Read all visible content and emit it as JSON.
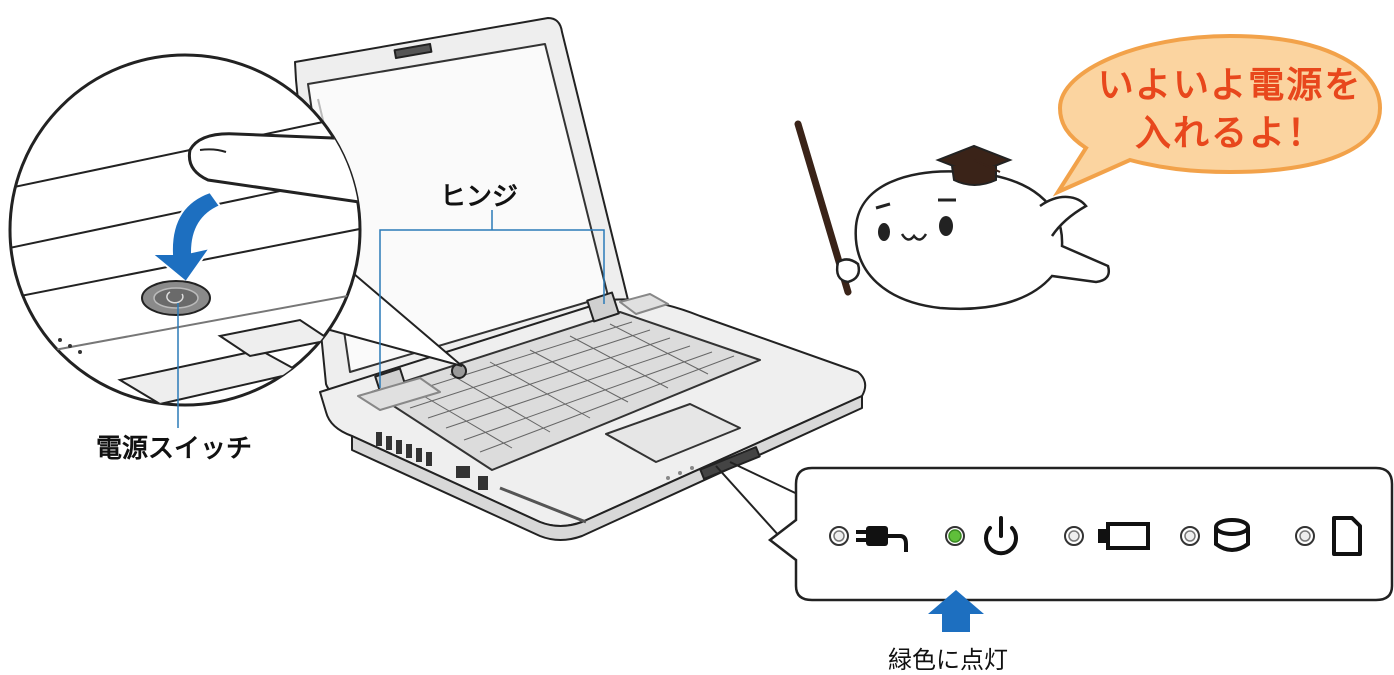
{
  "speech_bubble": {
    "line1": "いよいよ電源を",
    "line2": "入れるよ！",
    "fill_color": "#fbd4a0",
    "stroke_color": "#f2a24a",
    "text_color": "#e8471c"
  },
  "labels": {
    "hinge": "ヒンジ",
    "power_switch": "電源スイッチ",
    "lit_green": "緑色に点灯"
  },
  "indicators": [
    {
      "icon": "ac-adapter-icon",
      "led": "off"
    },
    {
      "icon": "power-icon",
      "led": "green"
    },
    {
      "icon": "battery-icon",
      "led": "off"
    },
    {
      "icon": "disk-access-icon",
      "led": "off"
    },
    {
      "icon": "memory-card-icon",
      "led": "off"
    }
  ],
  "colors": {
    "arrow_blue": "#1d6fc0",
    "led_green": "#5fbf3a"
  }
}
